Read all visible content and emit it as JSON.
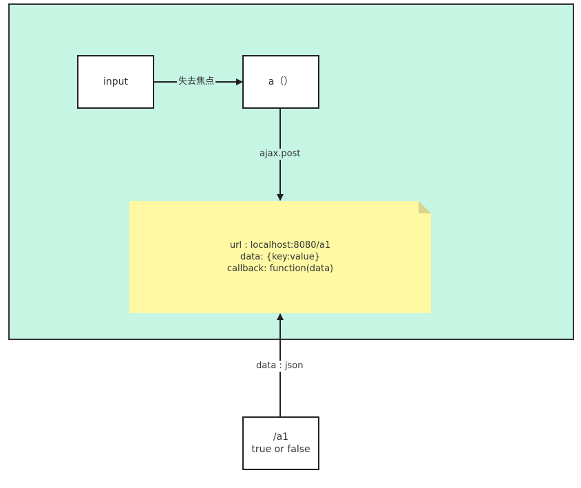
{
  "colors": {
    "container_fill": "#c6f5e4",
    "note_fill": "#fff9a4",
    "note_fold": "#d8d48a",
    "line": "#222222"
  },
  "nodes": {
    "input": "input",
    "func": "a（）",
    "server_line1": "/a1",
    "server_line2": "true or false"
  },
  "edges": {
    "blur": "失去焦点",
    "ajax": "ajax.post",
    "response": "data : json"
  },
  "note": {
    "line1": "url : localhost:8080/a1",
    "line2": "data: {key:value}",
    "line3": "callback: function(data)"
  }
}
